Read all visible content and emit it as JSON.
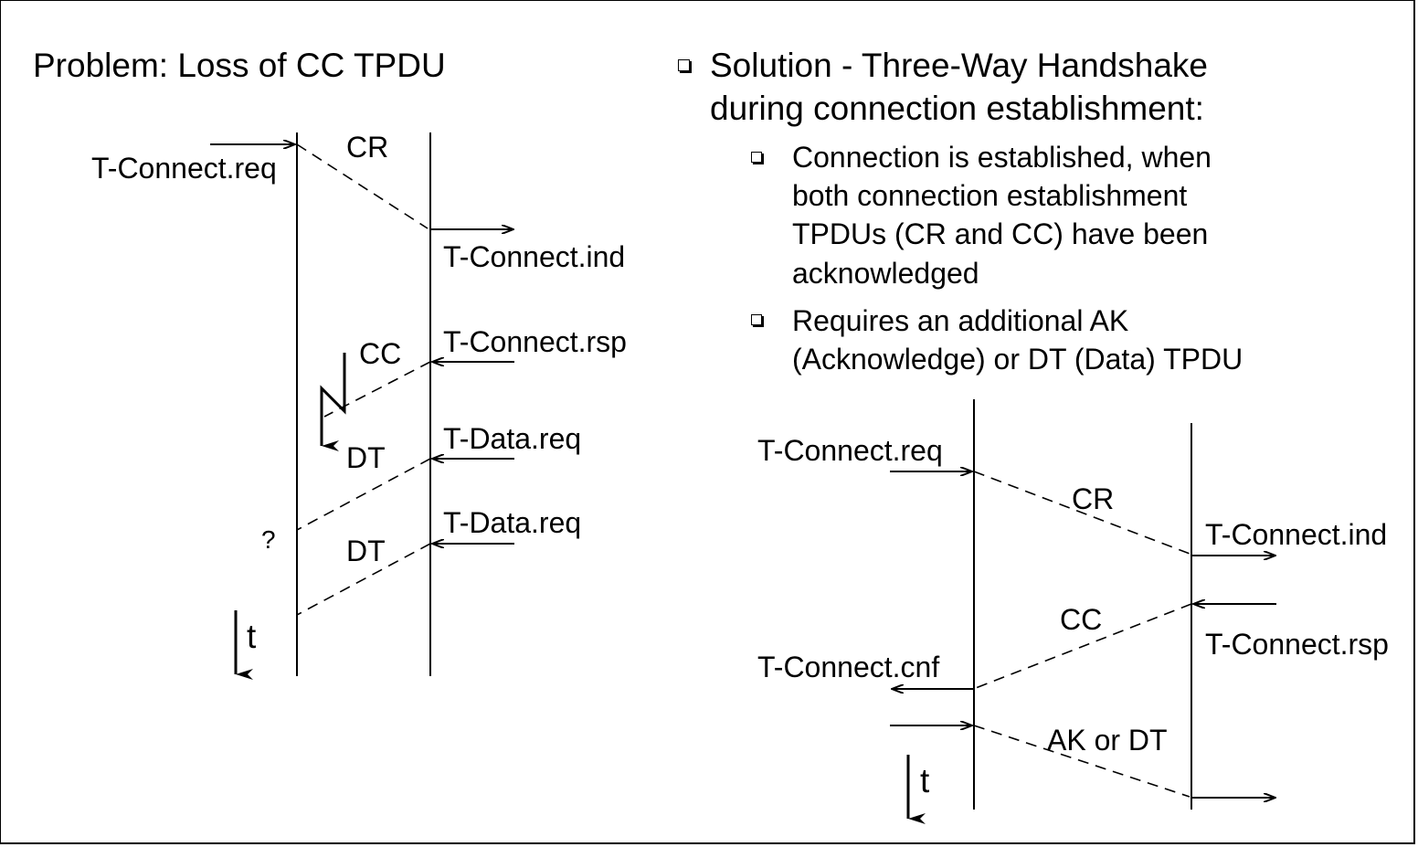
{
  "left": {
    "title": "Problem: Loss of CC TPDU",
    "labels": {
      "connect_req": "T-Connect.req",
      "cr": "CR",
      "connect_ind": "T-Connect.ind",
      "connect_rsp": "T-Connect.rsp",
      "cc": "CC",
      "data_req_1": "T-Data.req",
      "dt_1": "DT",
      "question": "?",
      "data_req_2": "T-Data.req",
      "dt_2": "DT",
      "time": "t"
    }
  },
  "right": {
    "heading_line1": "Solution - Three-Way Handshake",
    "heading_line2": "during connection establishment:",
    "bullets": [
      {
        "lines": [
          "Connection is established, when",
          "both connection establishment",
          "TPDUs (CR and CC) have been",
          "acknowledged"
        ]
      },
      {
        "lines": [
          "Requires an additional AK",
          "(Acknowledge) or DT (Data) TPDU"
        ]
      }
    ],
    "labels": {
      "connect_req": "T-Connect.req",
      "cr": "CR",
      "connect_ind": "T-Connect.ind",
      "cc": "CC",
      "connect_rsp": "T-Connect.rsp",
      "connect_cnf": "T-Connect.cnf",
      "ak_or_dt": "AK or DT",
      "time": "t"
    }
  }
}
